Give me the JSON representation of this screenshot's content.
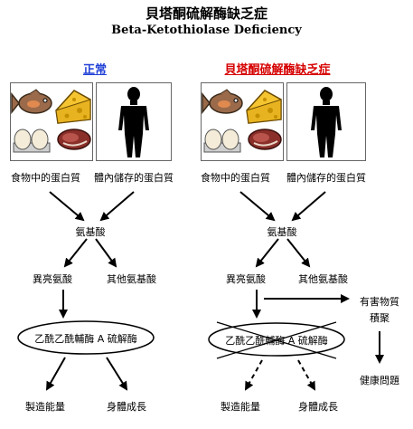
{
  "title": "貝塔酮硫解酶缺乏症",
  "subtitle": "Beta-Ketothiolase Deficiency",
  "colors": {
    "normal_heading": "#1f3fd6",
    "deficiency_heading": "#d60000",
    "line": "#000000"
  },
  "normal": {
    "heading": "正常",
    "food_label": "食物中的蛋白質",
    "body_label": "體內儲存的蛋白質",
    "amino_acids": "氨基酸",
    "isoleucine": "異亮氨酸",
    "other_amino_acids": "其他氨基酸",
    "enzyme": "乙酰乙酰輔酶 A 硫解酶",
    "energy": "製造能量",
    "growth": "身體成長"
  },
  "deficiency": {
    "heading": "貝塔酮硫解酶缺乏症",
    "food_label": "食物中的蛋白質",
    "body_label": "體內儲存的蛋白質",
    "amino_acids": "氨基酸",
    "isoleucine": "異亮氨酸",
    "other_amino_acids": "其他氨基酸",
    "enzyme": "乙酰乙酰輔酶 A 硫解酶",
    "harmful_line1": "有害物質",
    "harmful_line2": "積聚",
    "health_problems": "健康問題",
    "energy": "製造能量",
    "growth": "身體成長"
  },
  "icons": [
    "fish-icon",
    "cheese-icon",
    "eggs-icon",
    "steak-icon",
    "human-silhouette-icon"
  ]
}
